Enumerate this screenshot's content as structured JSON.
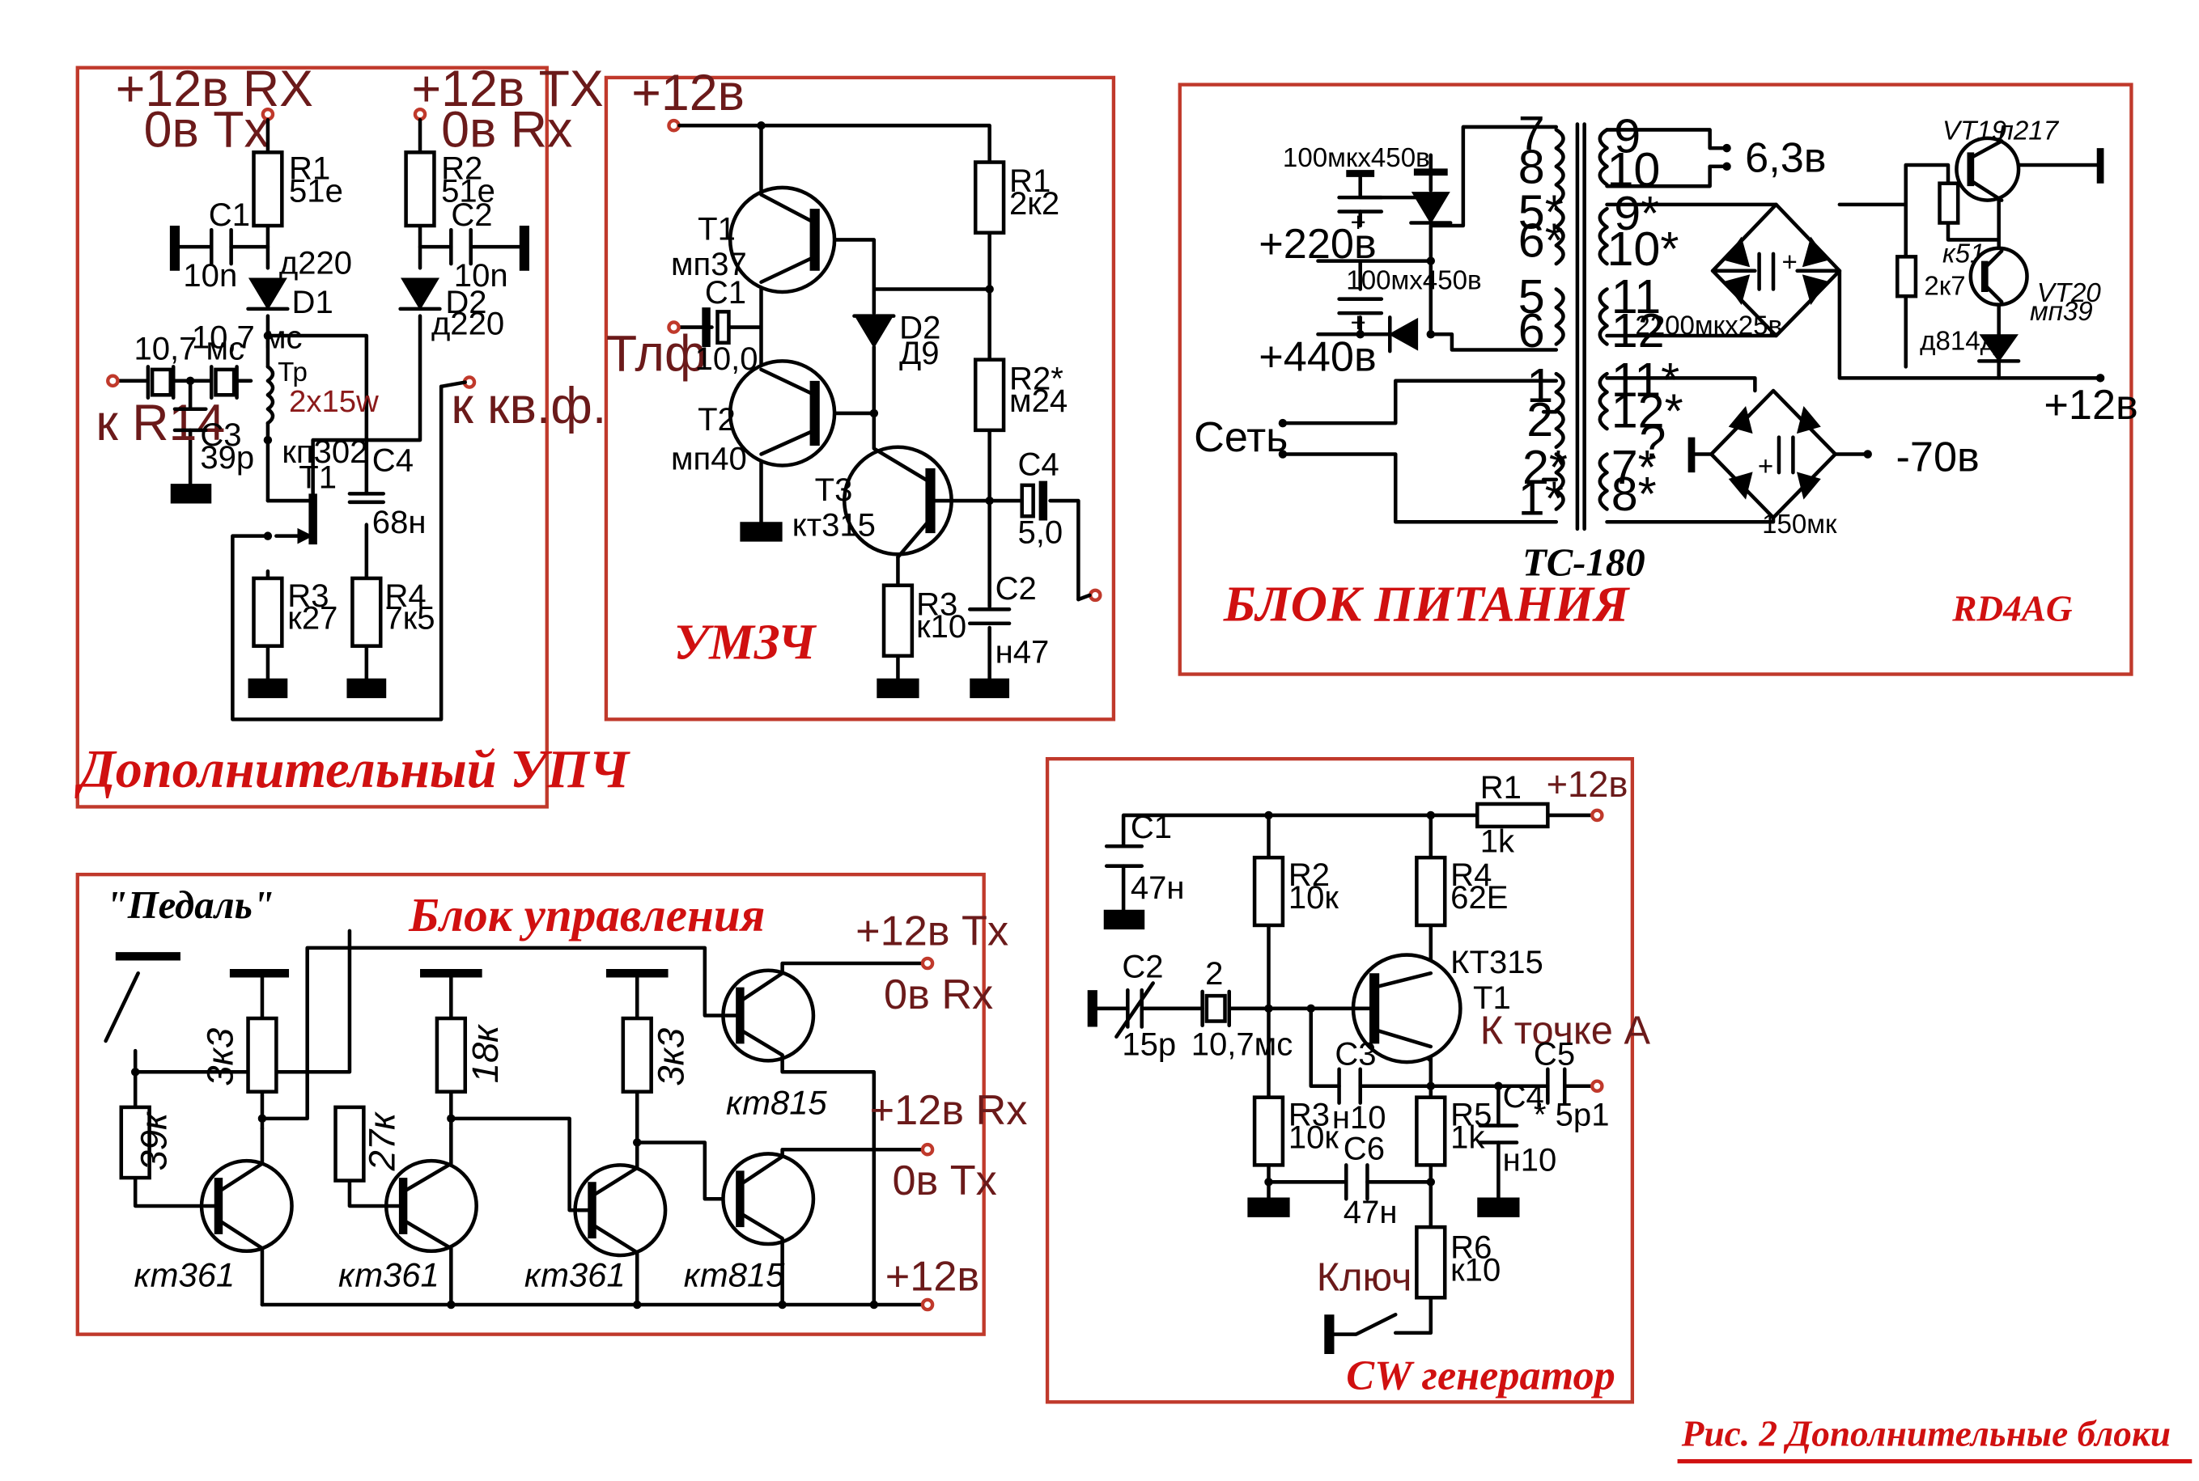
{
  "upch": {
    "title": "Дополнительный УПЧ",
    "p12rx": "+12в RX",
    "p0tx": "0в Tx",
    "p12tx": "+12в TX",
    "p0rx": "0в Rx",
    "r1": "R1",
    "r1v": "51е",
    "r2": "R2",
    "r2v": "51е",
    "c1": "C1",
    "c1v": "10n",
    "c2": "C2",
    "c2v": "10n",
    "d1": "D1",
    "d1v": "д220",
    "d2": "D2",
    "d2v": "д220",
    "q1": "10,7 мс",
    "q2": "10,7 мс",
    "tr": "Тр",
    "trv": "2х15w",
    "kr14": "к R14",
    "c3": "C3",
    "c3v": "39р",
    "t1type": "кп302",
    "t1": "T1",
    "c4": "C4",
    "c4v": "68н",
    "kkvf": "к кв.ф.",
    "r3": "R3",
    "r3v": "к27",
    "r4": "R4",
    "r4v": "7к5"
  },
  "umzch": {
    "title": "УМЗЧ",
    "p12": "+12в",
    "tlf": "Тлф",
    "c1": "C1",
    "c1v": "10,0",
    "t1": "T1",
    "t1v": "мп37",
    "t2": "T2",
    "t2v": "мп40",
    "t3": "T3",
    "t3v": "кт315",
    "r1": "R1",
    "r1v": "2к2",
    "r2": "R2*",
    "r2v": "м24",
    "r3": "R3",
    "r3v": "к10",
    "d2": "D2",
    "d2v": "Д9",
    "c4": "C4",
    "c4v": "5,0",
    "c2": "C2",
    "c2v": "н47"
  },
  "psu": {
    "title": "БЛОК ПИТАНИЯ",
    "author": "RD4AG",
    "trans": "ТС-180",
    "p220": "+220в",
    "p440": "+440в",
    "set": "Сеть",
    "cap1": "100мкх450в",
    "cap2": "100мх450в",
    "cap3": "2200мкх25в",
    "cap4": "150мк",
    "v63": "6,3в",
    "p12": "+12в",
    "m70": "-70в",
    "vt19": "VT19",
    "vt19v": "п217",
    "vt20": "VT20",
    "vt20v": "мп39",
    "k51": "к51",
    "r2k7": "2к7",
    "d814": "д814д",
    "pins_left": [
      "7",
      "8",
      "5*",
      "6*",
      "5",
      "6",
      "1",
      "2",
      "2*",
      "1*"
    ],
    "pins_right": [
      "9",
      "10",
      "9*",
      "10*",
      "11",
      "12",
      "11*",
      "12*",
      "7*",
      "8*"
    ],
    "qmark": "?"
  },
  "control": {
    "title": "Блок управления",
    "pedal": "\"Педаль\"",
    "p12tx": "+12в Tx",
    "p0rx": "0в Rx",
    "p12rx": "+12в Rx",
    "p0tx": "0в Tx",
    "p12": "+12в",
    "r39": "39к",
    "r3k3a": "3к3",
    "r27": "27к",
    "r18": "18к",
    "r3k3b": "3к3",
    "q1": "кт361",
    "q2": "кт361",
    "q3": "кт361",
    "q4": "кт815",
    "q5": "кт815"
  },
  "cw": {
    "title": "CW генератор",
    "p12": "+12в",
    "r1": "R1",
    "r1v": "1k",
    "c1": "C1",
    "c1v": "47н",
    "r2": "R2",
    "r2v": "10к",
    "r4": "R4",
    "r4v": "62Е",
    "kt315": "КТ315",
    "t1": "T1",
    "c2": "C2",
    "c2v": "15р",
    "xq": "2",
    "xqv": "10,7мс",
    "tochkaA": "К точке А",
    "c3": "C3",
    "c3v": "н10",
    "c5": "C5",
    "c5v": "* 5р1",
    "c4": "C4",
    "c4v": "н10",
    "r3": "R3",
    "r3v": "10к",
    "r5": "R5",
    "r5v": "1k",
    "c6": "C6",
    "c6v": "47н",
    "r6": "R6",
    "r6v": "к10",
    "key": "Ключ"
  },
  "caption": "Рис. 2  Дополнительные блоки"
}
